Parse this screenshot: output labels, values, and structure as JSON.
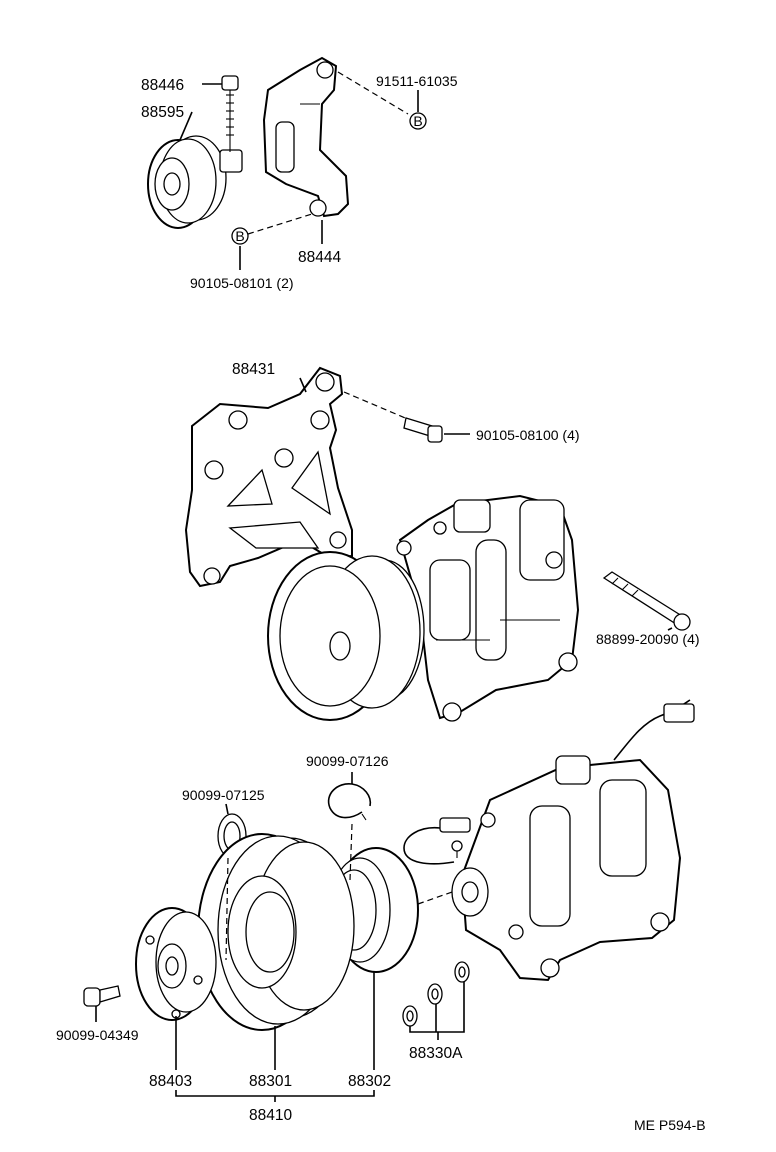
{
  "labels": {
    "p88446": "88446",
    "p88595": "88595",
    "p91511": "91511-61035",
    "p88444": "88444",
    "p90105a": "90105-08101  (2)",
    "p88431": "88431",
    "p90105b": "90105-08100  (4)",
    "p88899": "88899-20090  (4)",
    "p90099_07126": "90099-07126",
    "p90099_07125": "90099-07125",
    "p90099_04349": "90099-04349",
    "p88330A": "88330A",
    "p88403": "88403",
    "p88301": "88301",
    "p88302": "88302",
    "p88410": "88410",
    "footer": "ME  P594-B"
  },
  "markers": {
    "b_top": "B",
    "b_left": "B"
  }
}
